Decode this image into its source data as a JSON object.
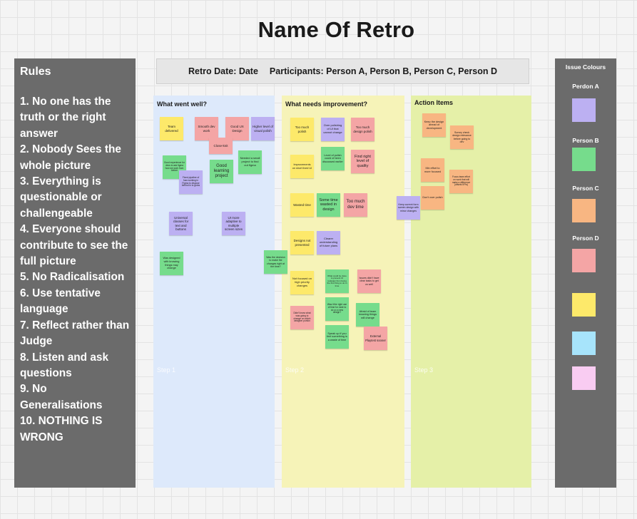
{
  "board_title": "Name Of Retro",
  "rules": {
    "heading": "Rules",
    "items": [
      "1. No one has the truth or the right answer",
      "2. Nobody Sees the whole picture",
      "3. Everything is questionable or challengeable",
      "4. Everyone should contribute to see the full picture",
      "5. No Radicalisation",
      "6. Use tentative language",
      "7. Reflect rather than Judge",
      "8. Listen and ask questions",
      "9. No Generalisations",
      "10. NOTHING IS WRONG"
    ]
  },
  "header": {
    "retro_date": "Retro Date: Date",
    "participants": "Participants: Person A, Person B, Person C, Person D"
  },
  "columns": {
    "went_well": {
      "title": "What went well?",
      "step": "Step 1"
    },
    "improve": {
      "title": "What needs improvement?",
      "step": "Step 2"
    },
    "actions": {
      "title": "Action Items",
      "step": "Step 3"
    }
  },
  "notes": {
    "team_delivered": "Team delivered",
    "smooth_dev_work": "Smooth dev work",
    "good_ux_design": "Good UX Design",
    "higher_visual_polish": "Higher level of visual polish",
    "close_knit": "Close-knit",
    "good_setup_figures": "Good experience for devs to ask figma how we work from before",
    "fixed_pipeline": "Fixed pipeline of fuss working in Figma to dispose behind in to gotos",
    "good_learning": "Good learning project",
    "needed_small_project": "Needed a small project to find out figma",
    "universal_classes": "Universal classes for text and buttons",
    "ui_adaptive": "UI more adaptive to multiple screen sizes",
    "was_designed": "Was designed with knowing things may change",
    "was_decision": "Was the decision to make the changes right at the time?",
    "too_much_polish": "Too much polish",
    "over_polishing": "Over polishing of UI that cannot change",
    "too_much_design_polish": "Too much design polish",
    "improvements_short": "Improvements on short lived UI",
    "level_polish_could": "Level of polish could of been discussed earlier",
    "find_right_level": "Find right level of quality",
    "wasted_time": "Wasted time",
    "some_time_wasted": "Some time wasted in design",
    "too_much_dev_time": "Too much dev time",
    "keep_current_form": "Keep current form screen design with minor changes",
    "designs_not_presented": "Designs not presented",
    "clearer_understanding": "Clearer understanding of future plans",
    "not_focused": "Not focused on high priority changes",
    "what_could_have": "What could be done to prevent UI redesign from being the first thing to do in time",
    "issues_weren_t": "Issues didn't have clear tasks to get us well",
    "didnt_know_what": "Didn't know what was going to change on which designer portion",
    "was_it_right_time": "Was it the right use of time for Jade to do ux a new design?",
    "afraid_of_team": "Afraid of team knowing things will change",
    "speak_up": "Speak up if you feel something is a waste of time",
    "external_playtest": "External Playtest sooner",
    "keep_design_ahead": "Keep the design ahead of development",
    "survey_check": "Survey check design relevance before going to dev",
    "min_effort": "Min effort to more focused",
    "focus_team_effort": "Focus team effort on work that will make a difference (offsets KPIs)",
    "dont_over_polish": "Don't over polish"
  },
  "legend": {
    "title": "Issue Colours",
    "person_a": "Perdon A",
    "person_b": "Person B",
    "person_c": "Person C",
    "person_d": "Person D"
  },
  "colors": {
    "person_a": "#bcb0f2",
    "person_b": "#76dc8c",
    "person_c": "#f8b682",
    "person_d": "#f4a5a5",
    "extra_1": "#fde96a",
    "extra_2": "#a7e4fb",
    "extra_3": "#f9ccf2"
  }
}
